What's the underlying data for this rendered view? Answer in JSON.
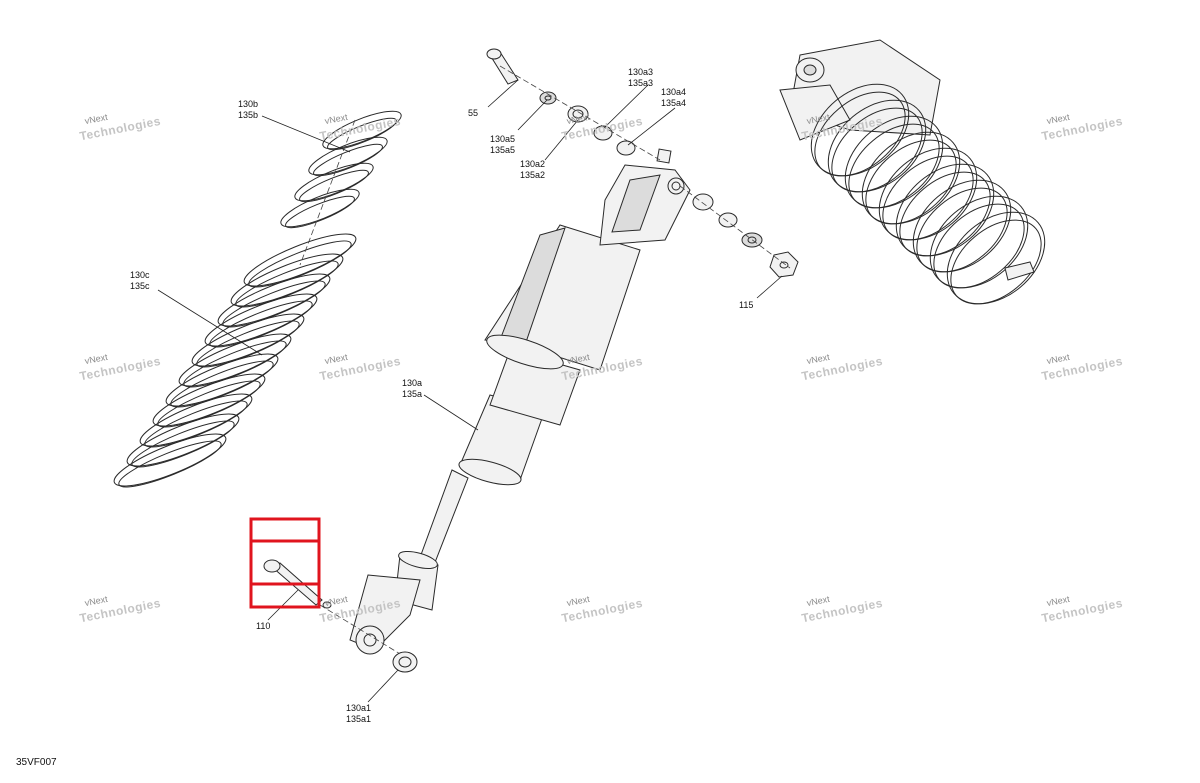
{
  "figure_code": "35VF007",
  "watermark": {
    "line1": "vNext",
    "line2": "Technologies"
  },
  "callouts": [
    {
      "id": "c-55",
      "lines": [
        "55"
      ]
    },
    {
      "id": "c-130a3",
      "lines": [
        "130a3",
        "135a3"
      ]
    },
    {
      "id": "c-130a4",
      "lines": [
        "130a4",
        "135a4"
      ]
    },
    {
      "id": "c-130a5",
      "lines": [
        "130a5",
        "135a5"
      ]
    },
    {
      "id": "c-130a2",
      "lines": [
        "130a2",
        "135a2"
      ]
    },
    {
      "id": "c-130b",
      "lines": [
        "130b",
        "135b"
      ]
    },
    {
      "id": "c-130c",
      "lines": [
        "130c",
        "135c"
      ]
    },
    {
      "id": "c-115",
      "lines": [
        "115"
      ]
    },
    {
      "id": "c-130a",
      "lines": [
        "130a",
        "135a"
      ]
    },
    {
      "id": "c-110",
      "lines": [
        "110"
      ]
    },
    {
      "id": "c-130a1",
      "lines": [
        "130a1",
        "135a1"
      ]
    }
  ],
  "highlight": {
    "part": "110",
    "color": "#e0141e"
  }
}
